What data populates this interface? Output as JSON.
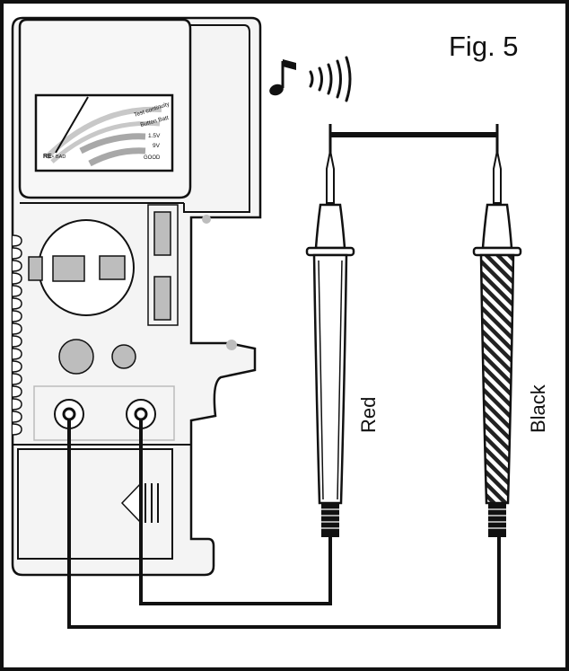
{
  "figure": {
    "label": "Fig. 5"
  },
  "meter": {
    "scale_labels": [
      "Test continuity",
      "Button Batt",
      "1.5V",
      "9V",
      "GOOD"
    ],
    "brand_mark": "RE-",
    "brand_mark_sub": "BAD"
  },
  "probes": {
    "red_label": "Red",
    "black_label": "Black"
  },
  "icons": {
    "sound": "music-note-icon",
    "waves": "sound-wave-icon"
  },
  "colors": {
    "line": "#111111",
    "body_fill": "#f4f4f4",
    "gray_part": "#bdbdbd",
    "dark_gray": "#8f8f8f"
  }
}
